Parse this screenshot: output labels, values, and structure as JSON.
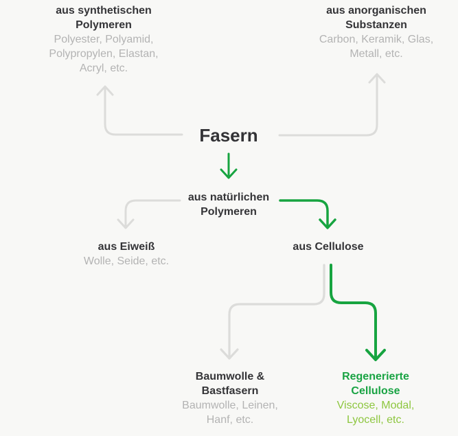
{
  "colors": {
    "background": "#f8f8f6",
    "heading_text": "#343437",
    "muted_text": "#b3b3b3",
    "connector_gray": "#dcdcda",
    "green": "#17a440",
    "light_green": "#8dc63f"
  },
  "diagram": {
    "root": {
      "label": "Fasern"
    },
    "branches": {
      "synthetic": {
        "title": "aus synthetischen\nPolymeren",
        "examples": "Polyester, Polyamid,\nPolypropylen, Elastan,\nAcryl, etc."
      },
      "inorganic": {
        "title": "aus anorganischen\nSubstanzen",
        "examples": "Carbon, Keramik, Glas,\nMetall, etc."
      },
      "natural": {
        "title": "aus natürlichen\nPolymeren"
      },
      "protein": {
        "title": "aus Eiweiß",
        "examples": "Wolle, Seide, etc."
      },
      "cellulose": {
        "title": "aus Cellulose"
      },
      "cotton_bast": {
        "title": "Baumwolle &\nBastfasern",
        "examples": "Baumwolle, Leinen,\nHanf, etc."
      },
      "regenerated": {
        "title": "Regenerierte\nCellulose",
        "examples": "Viscose, Modal,\nLyocell, etc."
      }
    }
  }
}
